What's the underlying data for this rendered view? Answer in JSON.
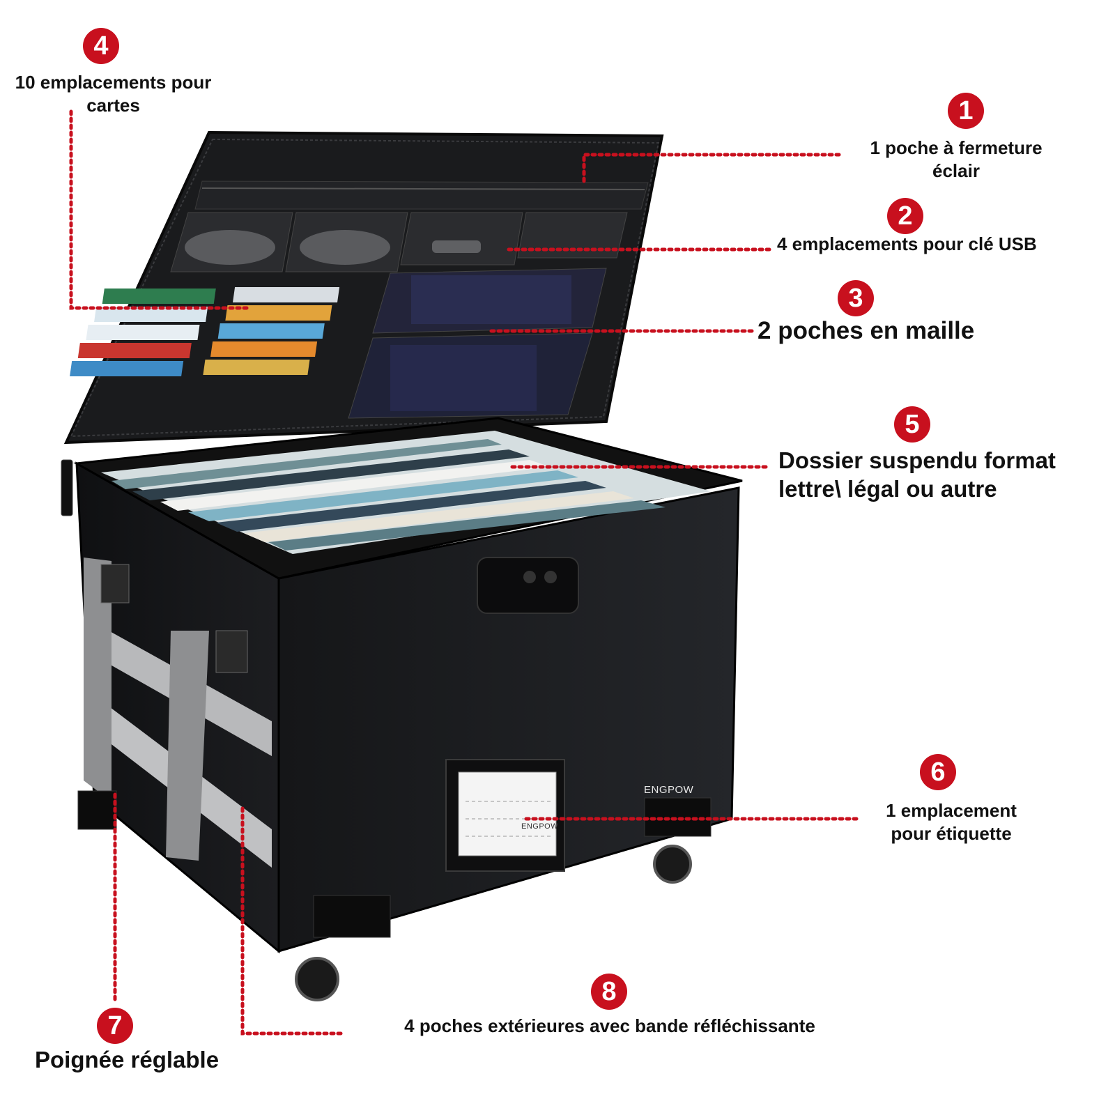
{
  "brand": "ENGPOW",
  "tag_brand": "ENGPOW",
  "colors": {
    "accent": "#c8101e",
    "case": "#1b1c1e",
    "strap": "#9a9b9d",
    "text": "#111111"
  },
  "callouts": [
    {
      "number": "1",
      "text": "1 poche à fermeture éclair"
    },
    {
      "number": "2",
      "text": "4 emplacements pour clé USB"
    },
    {
      "number": "3",
      "text": "2 poches en maille"
    },
    {
      "number": "4",
      "text": "10 emplacements pour cartes"
    },
    {
      "number": "5",
      "text": "Dossier suspendu format lettre\\ légal ou autre"
    },
    {
      "number": "6",
      "text": "1 emplacement pour étiquette"
    },
    {
      "number": "7",
      "text": "Poignée réglable"
    },
    {
      "number": "8",
      "text": "4 poches extérieures avec bande réfléchissante"
    }
  ]
}
